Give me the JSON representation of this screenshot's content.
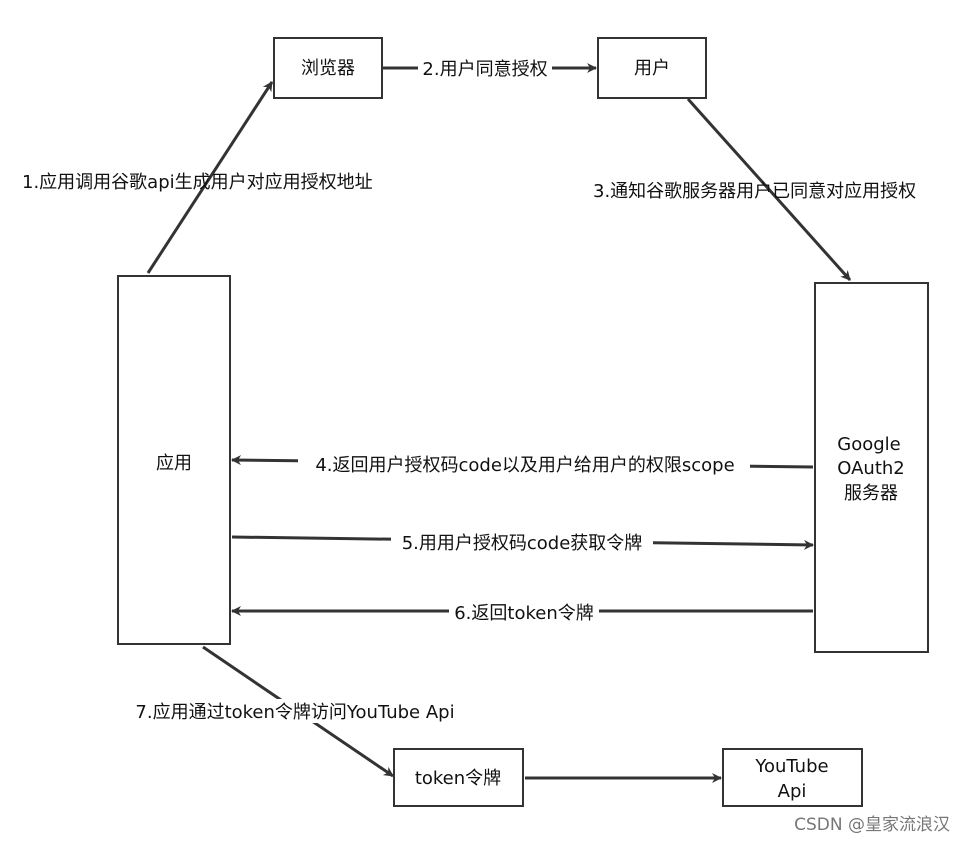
{
  "nodes": {
    "browser": "浏览器",
    "user": "用户",
    "app": "应用",
    "google_line1": "Google",
    "google_line2": "OAuth2",
    "google_line3": "服务器",
    "token": "token令牌",
    "youtube_line1": "YouTube",
    "youtube_line2": "Api"
  },
  "edges": {
    "step1": "1.应用调用谷歌api生成用户对应用授权地址",
    "step2": "2.用户同意授权",
    "step3": "3.通知谷歌服务器用户已同意对应用授权",
    "step4": "4.返回用户授权码code以及用户给用户的权限scope",
    "step5": "5.用用户授权码code获取令牌",
    "step6": "6.返回token令牌",
    "step7": "7.应用通过token令牌访问YouTube Api"
  },
  "watermark": "CSDN @皇家流浪汉",
  "colors": {
    "stroke": "#333333",
    "text": "#111111",
    "background": "#ffffff"
  }
}
